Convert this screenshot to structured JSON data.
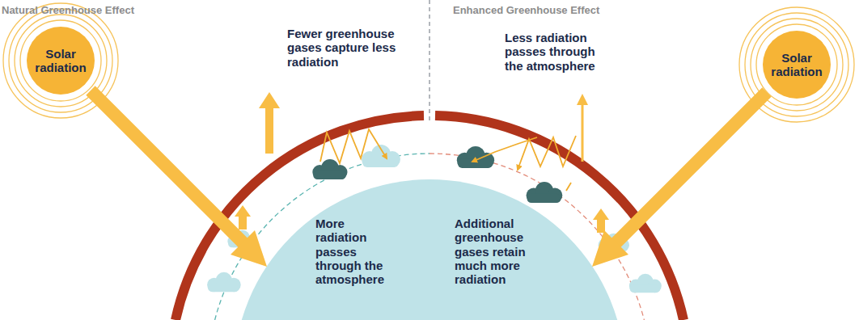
{
  "diagram": {
    "nodes": [
      {
        "text": [
          "Solar radiation"
        ]
      },
      {
        "text": [
          "Solar radiation"
        ]
      }
    ],
    "labels": [
      "Natural Greenhouse Effect",
      "Enhanced Greenhouse Effect",
      "Fewer greenhouse gases capture less radiation",
      "More radiation passes through the atmosphere",
      "Less radiation passes through the atmosphere",
      "Additional greenhouse gases retain much more radiation"
    ]
  }
}
